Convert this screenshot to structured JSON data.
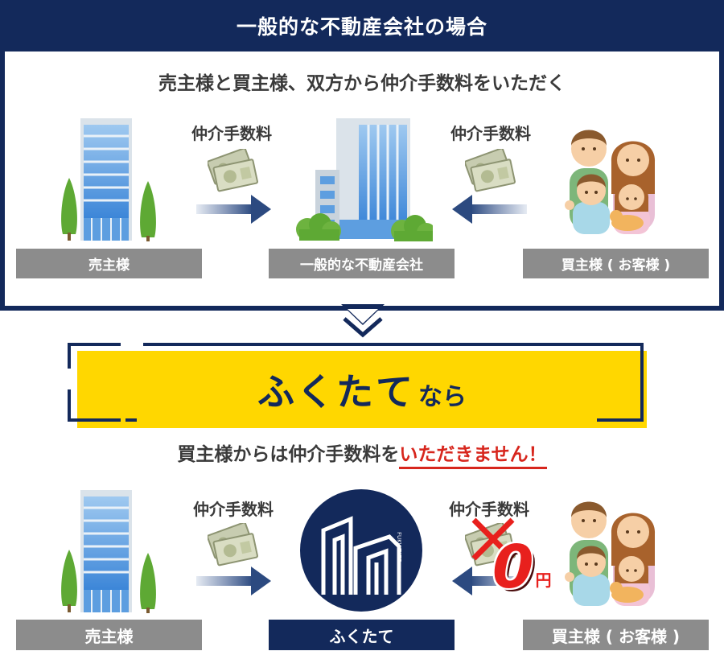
{
  "top": {
    "title": "一般的な不動産会社の場合",
    "subtitle": "売主様と買主様、双方から仲介手数料をいただく",
    "fee_left": "仲介手数料",
    "fee_right": "仲介手数料",
    "seller_label": "売主様",
    "company_label": "一般的な不動産会社",
    "buyer_label": "買主様 ( お客様 )"
  },
  "banner": {
    "main": "ふくたて",
    "suffix": "なら"
  },
  "bottom": {
    "statement_prefix": "買主様からは仲介手数料を",
    "statement_emphasis": "いただきません！",
    "fee_left": "仲介手数料",
    "fee_right": "仲介手数料",
    "zero_number": "0",
    "zero_unit": "円",
    "seller_label": "売主様",
    "company_label": "ふくたて",
    "buyer_label": "買主様 ( お客様 )",
    "logo_text": "FUKU-TATE"
  },
  "colors": {
    "navy": "#13295b",
    "yellow": "#ffd700",
    "red": "#e8201d",
    "gray_label": "#8c8c8c"
  }
}
